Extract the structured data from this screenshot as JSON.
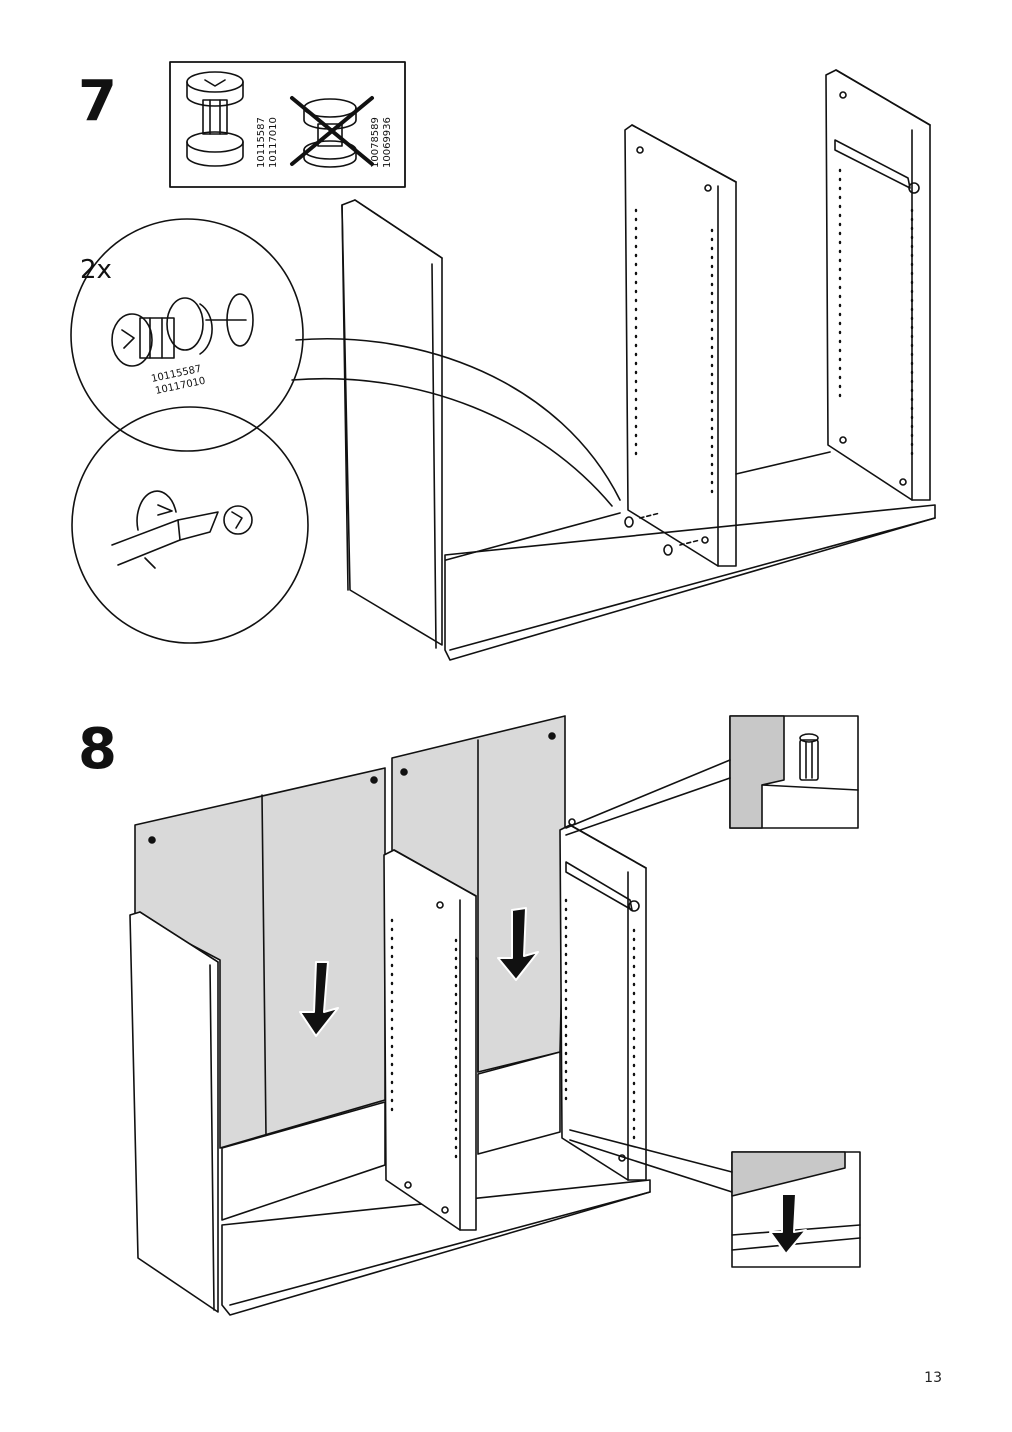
{
  "step7": {
    "number": "7",
    "legend": {
      "ok_codes": [
        "10115587",
        "10117010"
      ],
      "no_codes": [
        "10078589",
        "10069936"
      ]
    },
    "quantity": "2x",
    "detail_codes": [
      "10115587",
      "10117010"
    ]
  },
  "step8": {
    "number": "8"
  },
  "page_number": "13"
}
